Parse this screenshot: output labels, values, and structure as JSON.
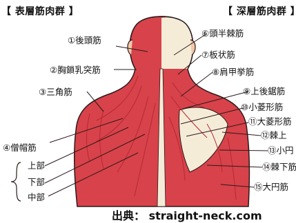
{
  "headers": {
    "left": "【 表層筋肉群 】",
    "right": "【 深層筋肉群 】"
  },
  "labels": {
    "l1": "①後頭筋",
    "l2": "②胸鎖乳突筋",
    "l3": "③三角筋",
    "l4": "④僧帽筋",
    "l4_upper": "上部",
    "l4_lower": "下部",
    "l4_middle": "中部",
    "r6": "⑥頭半棘筋",
    "r7": "⑦板状筋",
    "r8": "⑧肩甲挙筋",
    "r9": "⑨上後鋸筋",
    "r10": "⑩小菱形筋",
    "r11": "⑪大菱形筋",
    "r12": "⑫棘上",
    "r13": "⑬小円",
    "r14": "⑭棘下筋",
    "r15": "⑮大円筋"
  },
  "source": "出典： straight-neck.com",
  "colors": {
    "muscle": "#d8424a",
    "muscle_dark": "#b52a33",
    "skin": "#f2c7a8",
    "bone": "#f5ecd8",
    "outline": "#2a1a1a"
  }
}
